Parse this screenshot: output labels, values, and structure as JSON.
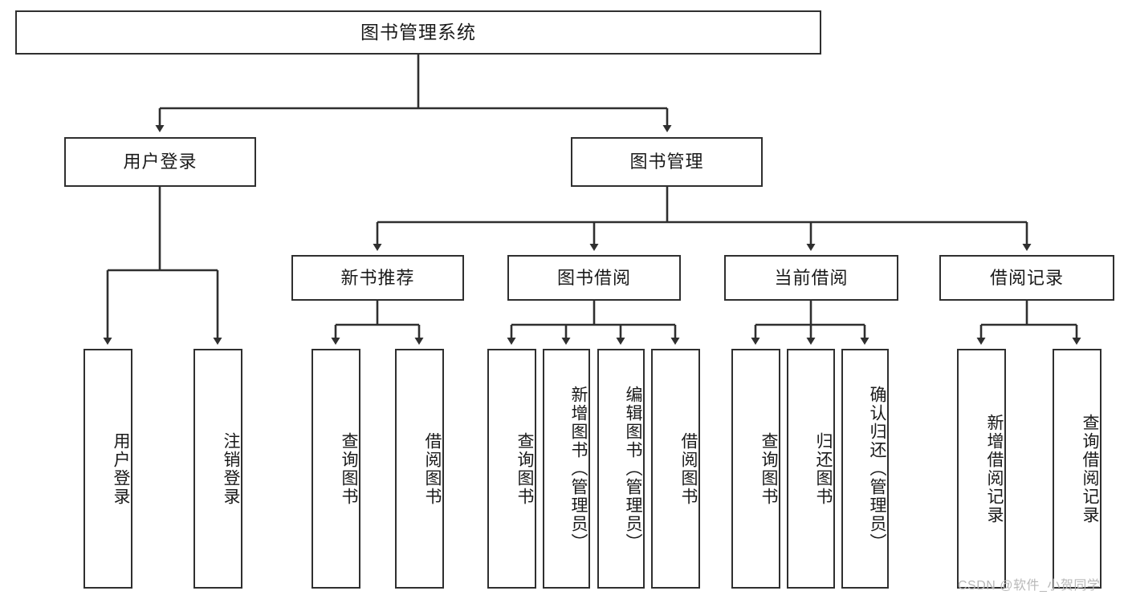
{
  "diagram": {
    "title": "图书管理系统",
    "type": "tree",
    "watermark": "CSDN @软件_小贺同学",
    "colors": {
      "stroke": "#2f2f2f",
      "fill": "#ffffff",
      "text": "#1a1a1a",
      "watermark": "#b8b8b8"
    },
    "nodes": {
      "root": "图书管理系统",
      "level2": [
        "用户登录",
        "图书管理"
      ],
      "level3": [
        "新书推荐",
        "图书借阅",
        "当前借阅",
        "借阅记录"
      ],
      "leaves_user_login": [
        "用户登录",
        "注销登录"
      ],
      "leaves_new_book": [
        "查询图书",
        "借阅图书"
      ],
      "leaves_borrow": [
        "查询图书",
        "新增图书（管理员）",
        "编辑图书（管理员）",
        "借阅图书"
      ],
      "leaves_current": [
        "查询图书",
        "归还图书",
        "确认归还（管理员）"
      ],
      "leaves_records": [
        "新增借阅记录",
        "查询借阅记录"
      ]
    }
  }
}
